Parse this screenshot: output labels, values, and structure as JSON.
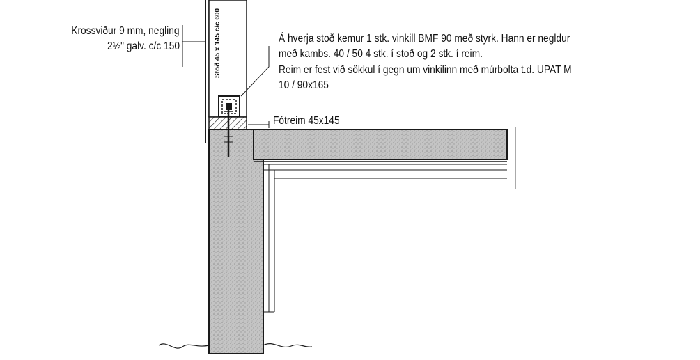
{
  "plywood_note": {
    "line1": "Krossviður 9 mm, negling",
    "line2": "2½\" galv. c/c 150"
  },
  "stud_label": "Stoð 45 x 145 c/c 600",
  "bracket_note": {
    "line1": "Á hverja stoð kemur 1 stk. vinkill BMF 90 með styrk.  Hann er negldur",
    "line2": "með kambs. 40 / 50 4 stk. í stoð og 2 stk. í reim.",
    "line3": "Reim er fest við sökkul í gegn um vinkilinn með múrbolta t.d. UPAT M",
    "line4": "10 / 90x165"
  },
  "sill_label": "Fótreim  45x145",
  "colors": {
    "line": "#1a1a1a",
    "concrete": "#bdbdbd"
  }
}
